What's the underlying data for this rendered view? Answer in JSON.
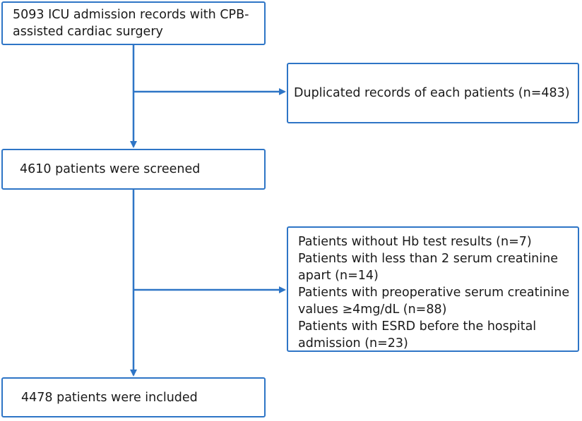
{
  "flow": {
    "step1": {
      "text": "5093 ICU admission records with CPB-assisted cardiac surgery"
    },
    "exclusion1": {
      "text": "Duplicated records of each patients (n=483)"
    },
    "step2": {
      "text": "4610 patients were screened"
    },
    "exclusion2": {
      "items": [
        "Patients without Hb test results (n=7)",
        "Patients with less than 2 serum creatinine apart (n=14)",
        "Patients with preoperative serum creatinine values ≥4mg/dL (n=88)",
        "Patients with ESRD before the hospital admission (n=23)"
      ]
    },
    "step3": {
      "text": "4478 patients were included"
    }
  },
  "style": {
    "box_border_color": "#2e75c6",
    "arrow_color": "#2e75c6"
  }
}
